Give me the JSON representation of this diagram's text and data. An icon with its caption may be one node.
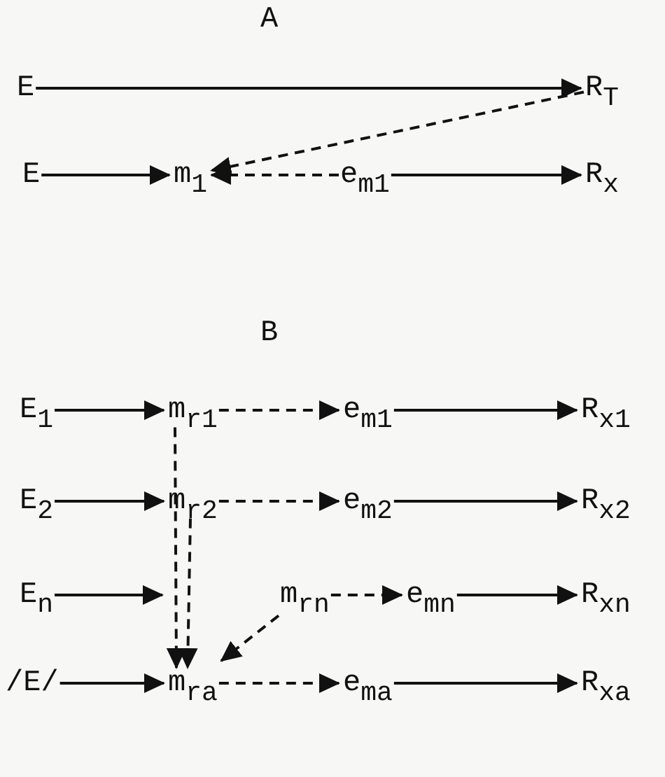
{
  "diagram": {
    "nodes": [
      {
        "text": [
          "E"
        ]
      },
      {
        "text": [
          "R$_{T}$"
        ]
      },
      {
        "text": [
          "E"
        ]
      },
      {
        "text": [
          "m$_{1}$"
        ]
      },
      {
        "text": [
          "e$_{m}$$_{1}$"
        ]
      },
      {
        "text": [
          "R$_{x}$"
        ]
      },
      {
        "text": [
          "E$_{1}$"
        ]
      },
      {
        "text": [
          "m$_{r}$$_{1}$"
        ]
      },
      {
        "text": [
          "e$_{m}$$_{1}$"
        ]
      },
      {
        "text": [
          "R$_{x}$$_{1}$"
        ]
      },
      {
        "text": [
          "E$_{2}$"
        ]
      },
      {
        "text": [
          "m$_{r}$$_{2}$"
        ]
      },
      {
        "text": [
          "e$_{m}$$_{2}$"
        ]
      },
      {
        "text": [
          "R$_{x}$$_{2}$"
        ]
      },
      {
        "text": [
          "E$_{n}$"
        ]
      },
      {
        "text": [
          "m$_{r}$$_{n}$"
        ]
      },
      {
        "text": [
          "e$_{m}$$_{n}$"
        ]
      },
      {
        "text": [
          "R$_{x}$$_{n}$"
        ]
      },
      {
        "text": [
          "/E/"
        ]
      },
      {
        "text": [
          "m$_{r}$$_{a}$"
        ]
      },
      {
        "text": [
          "e$_{m}$$_{a}$"
        ]
      },
      {
        "text": [
          "R$_{x}$$_{a}$"
        ]
      }
    ],
    "edges": [
      {
        "from": 0,
        "to": 1,
        "arrow": "to"
      },
      {
        "from": 1,
        "to": 3,
        "arrow": "to",
        "style": "dashed"
      },
      {
        "from": 2,
        "to": 3,
        "arrow": "to"
      },
      {
        "from": 4,
        "to": 3,
        "arrow": "to",
        "style": "dashed"
      },
      {
        "from": 4,
        "to": 5,
        "arrow": "to"
      },
      {
        "from": 6,
        "to": 7,
        "arrow": "to"
      },
      {
        "from": 7,
        "to": 8,
        "arrow": "to",
        "style": "dashed"
      },
      {
        "from": 8,
        "to": 9,
        "arrow": "to"
      },
      {
        "from": 10,
        "to": 11,
        "arrow": "to"
      },
      {
        "from": 11,
        "to": 12,
        "arrow": "to",
        "style": "dashed"
      },
      {
        "from": 12,
        "to": 13,
        "arrow": "to"
      },
      {
        "from": 14,
        "to": null,
        "arrow": "to"
      },
      {
        "from": 15,
        "to": 16,
        "arrow": "to",
        "style": "dashed"
      },
      {
        "from": 16,
        "to": 17,
        "arrow": "to"
      },
      {
        "from": 18,
        "to": 19,
        "arrow": "to"
      },
      {
        "from": 19,
        "to": 20,
        "arrow": "to",
        "style": "dashed"
      },
      {
        "from": 20,
        "to": 21,
        "arrow": "to"
      },
      {
        "from": 7,
        "to": 19,
        "arrow": "to",
        "style": "dashed"
      },
      {
        "from": 11,
        "to": 19,
        "arrow": "to",
        "style": "dashed"
      },
      {
        "from": 15,
        "to": 19,
        "arrow": "to",
        "style": "dashed"
      }
    ],
    "labels": [
      "A",
      "B"
    ]
  }
}
